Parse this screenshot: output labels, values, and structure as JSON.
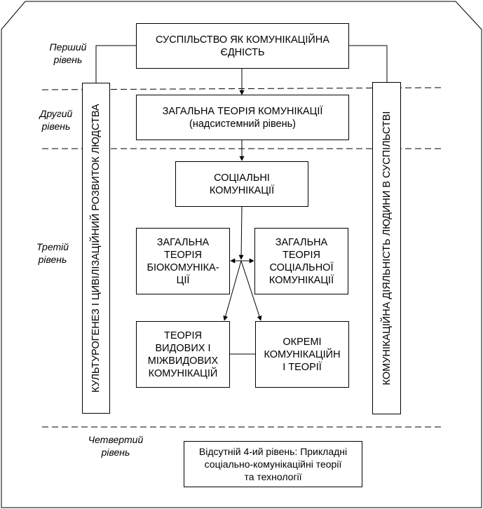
{
  "levels": {
    "first": "Перший\nрівень",
    "second": "Другий\nрівень",
    "third": "Третій\nрівень",
    "fourth": "Четвертий\nрівень"
  },
  "boxes": {
    "society": "СУСПІЛЬСТВО ЯК КОМУНІКАЦІЙНА\nЄДНІСТЬ",
    "general_theory": "ЗАГАЛЬНА ТЕОРІЯ КОМУНІКАЦІЇ\n(надсистемний рівень)",
    "social_comm": "СОЦІАЛЬНІ\nКОМУНІКАЦІЇ",
    "biocomm": "ЗАГАЛЬНА\nТЕОРІЯ\nБІОКОМУНІКА-\nЦІЇ",
    "social_theory": "ЗАГАЛЬНА\nТЕОРІЯ\nСОЦІАЛЬНОЇ\nКОМУНІКАЦІЇ",
    "species": "ТЕОРІЯ\nВИДОВИХ І\nМІЖВИДОВИХ\nКОМУНІКАЦІЙ",
    "separate": "ОКРЕМІ\nКОМУНІКАЦІЙН\nІ ТЕОРІЇ",
    "absent": "Відсутній 4-ий рівень: Прикладні\nсоціально-комунікаційні теорії\nта технології"
  },
  "vertical": {
    "left": "КУЛЬТУРОГЕНЕЗ І ЦИВІЛІЗАЦІЙНИЙ РОЗВИТОК ЛЮДСТВА",
    "right": "КОМУНІКАЦІЙНА ДІЯЛЬНІСТЬ ЛЮДИНИ В СУСПІЛЬСТВІ"
  }
}
